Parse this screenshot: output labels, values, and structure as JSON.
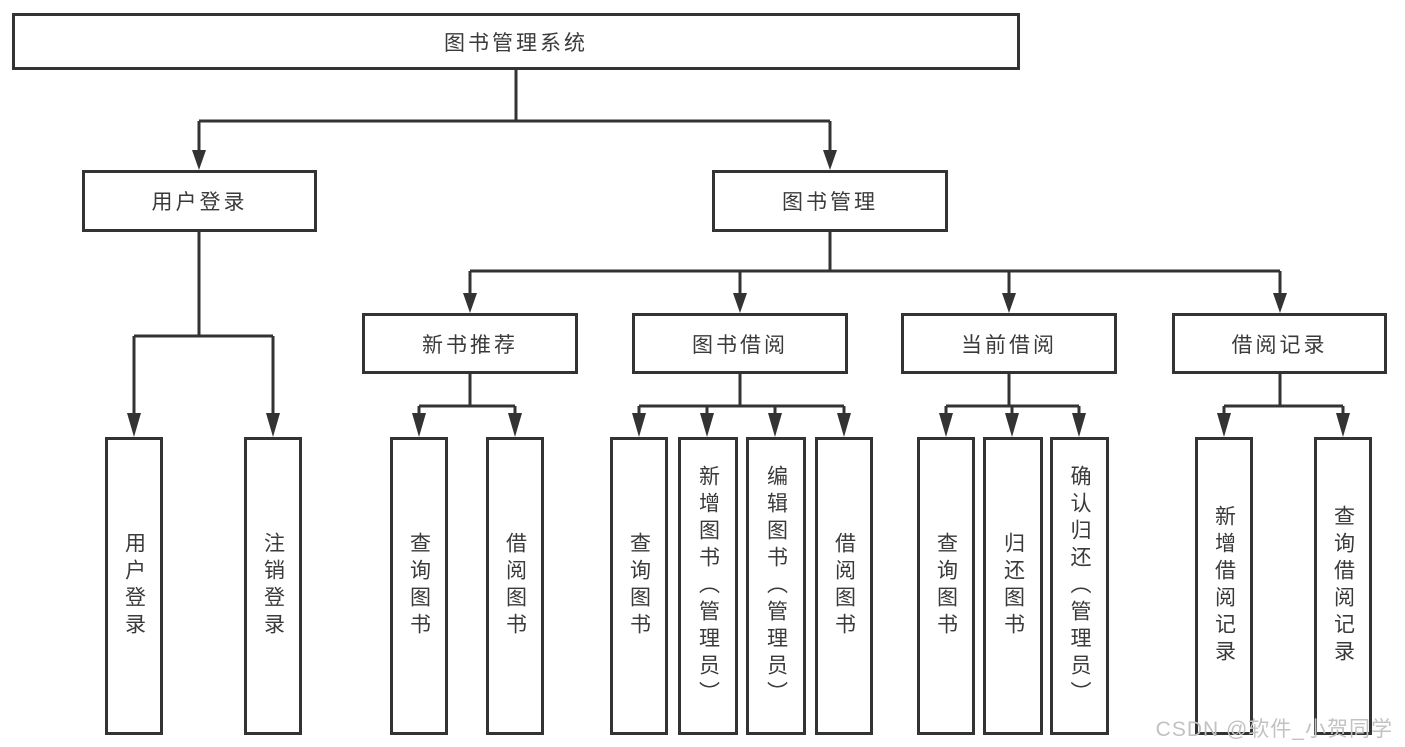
{
  "diagram_type": "hierarchical tree (system function decomposition)",
  "colors": {
    "line": "#333333",
    "text": "#3a3a3a",
    "box_background": "#ffffff",
    "watermark": "#c2c2c2"
  },
  "tree": {
    "label": "图书管理系统",
    "children": [
      {
        "label": "用户登录",
        "children": [
          {
            "label": "用户登录"
          },
          {
            "label": "注销登录"
          }
        ]
      },
      {
        "label": "图书管理",
        "children": [
          {
            "label": "新书推荐",
            "children": [
              {
                "label": "查询图书"
              },
              {
                "label": "借阅图书"
              }
            ]
          },
          {
            "label": "图书借阅",
            "children": [
              {
                "label": "查询图书"
              },
              {
                "label": "新增图书（管理员）"
              },
              {
                "label": "编辑图书（管理员）"
              },
              {
                "label": "借阅图书"
              }
            ]
          },
          {
            "label": "当前借阅",
            "children": [
              {
                "label": "查询图书"
              },
              {
                "label": "归还图书"
              },
              {
                "label": "确认归还（管理员）"
              }
            ]
          },
          {
            "label": "借阅记录",
            "children": [
              {
                "label": "新增借阅记录"
              },
              {
                "label": "查询借阅记录"
              }
            ]
          }
        ]
      }
    ]
  },
  "watermark": {
    "text": "CSDN @软件_小贺同学"
  }
}
